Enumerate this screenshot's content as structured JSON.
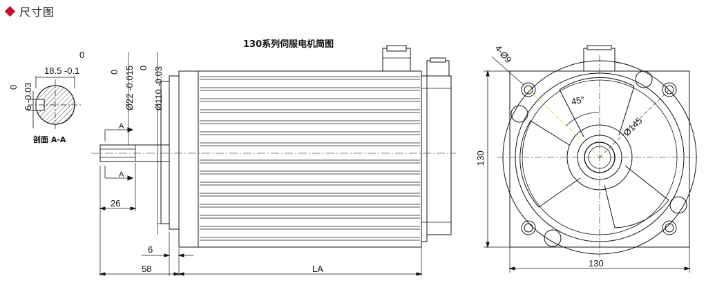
{
  "header": {
    "title": "尺寸图"
  },
  "drawing": {
    "caption": "130系列伺服电机简图",
    "section": {
      "label": "剖面 A-A",
      "key_width_dim": "6 -0.03",
      "key_width_top": "0",
      "depth_dim": "18.5 -0.1",
      "depth_top": "0"
    },
    "shaft": {
      "dia_dim": "Ø22 -0.015",
      "dia_top": "0",
      "spigot_dim": "Ø110 -0.03",
      "spigot_top": "0",
      "key_length": "26",
      "section_mark": "A"
    },
    "side": {
      "flange_thickness": "6",
      "shaft_length": "58",
      "body_length": "LA"
    },
    "front": {
      "holes": "4-Ø9",
      "angle": "45°",
      "pcd": "Ø145",
      "height": "130",
      "width": "130"
    }
  }
}
